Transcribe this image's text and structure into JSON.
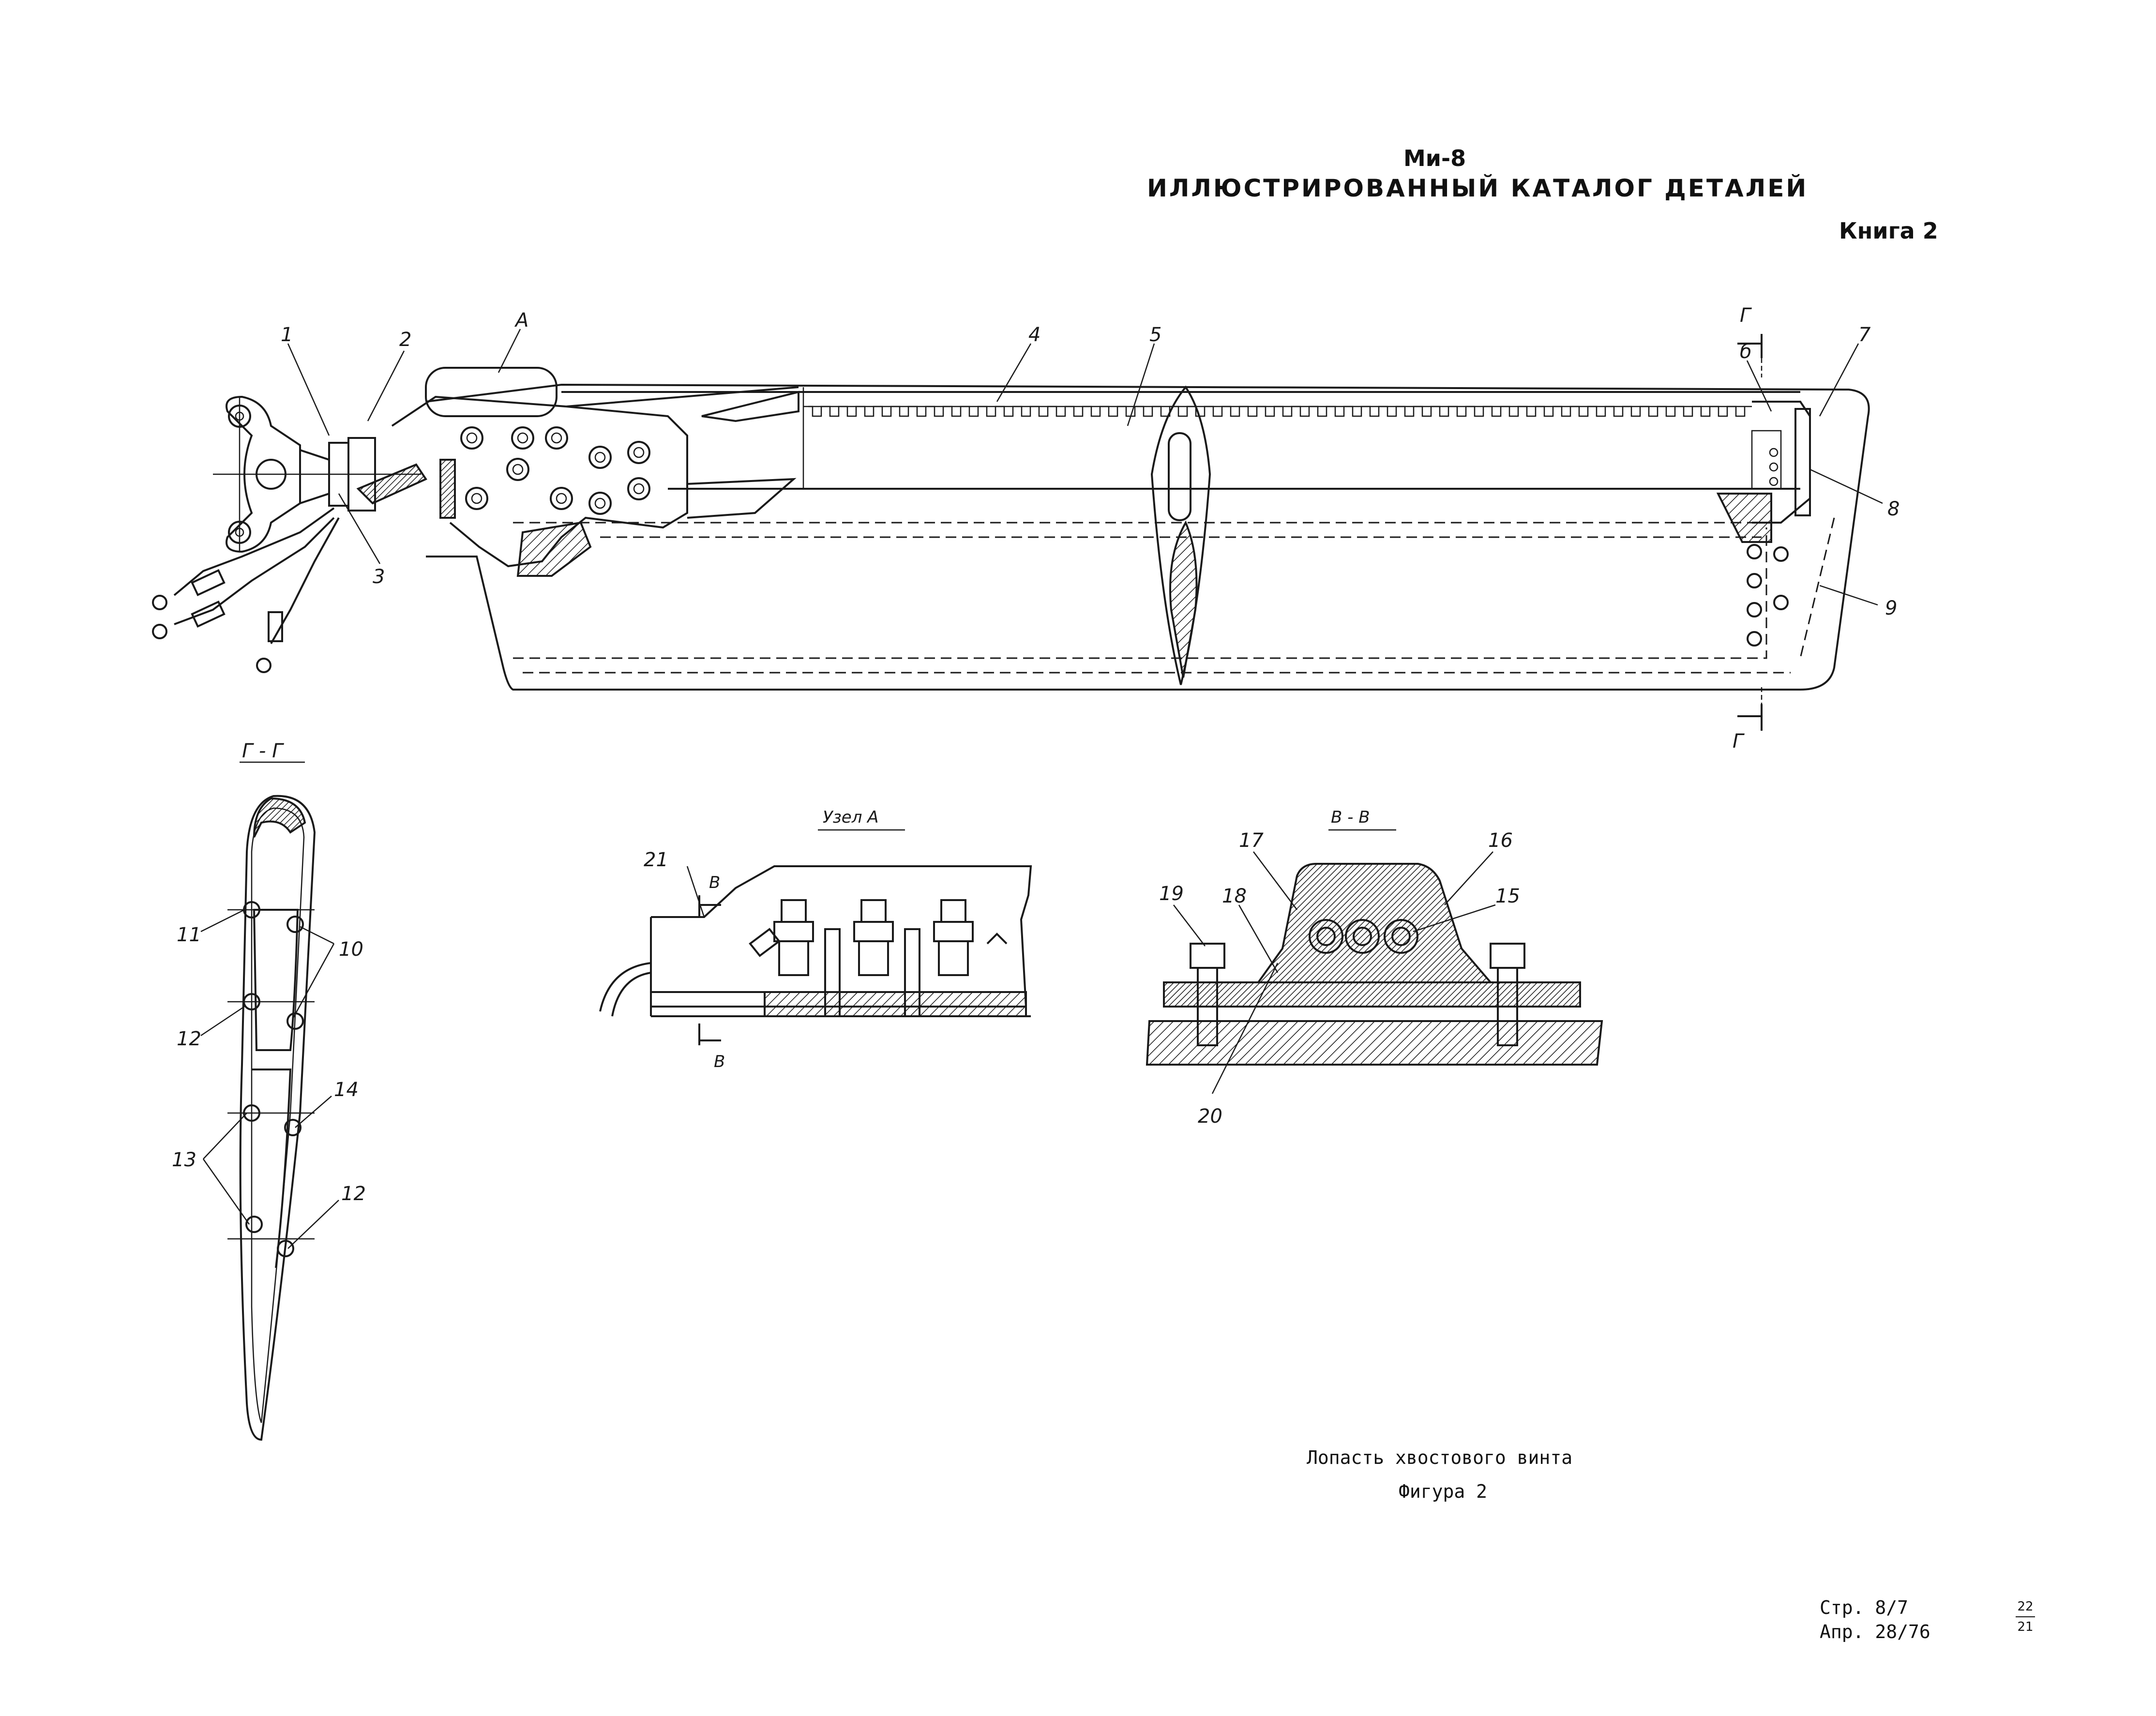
{
  "header": {
    "model": "Ми-8",
    "catalog_title": "ИЛЛЮСТРИРОВАННЫЙ КАТАЛОГ ДЕТАЛЕЙ",
    "book": "Книга 2"
  },
  "caption": {
    "title": "Лопасть хвостового винта",
    "figure": "Фигура 2"
  },
  "footer": {
    "page": "Стр. 8/7",
    "revision_date": "Апр. 28/76",
    "sheet_top": "22",
    "sheet_bottom": "21"
  },
  "views": {
    "section_gg": "Г - Г",
    "detail_a": "Узел А",
    "section_vv": "В - В"
  },
  "markers": {
    "node_a": "А",
    "cut_g": "Г",
    "cut_v": "В",
    "cut_b": "б"
  },
  "callouts": {
    "c1": "1",
    "c2": "2",
    "c3": "3",
    "c4": "4",
    "c5": "5",
    "c6": "б",
    "c7": "7",
    "c8": "8",
    "c9": "9",
    "c10": "10",
    "c11": "11",
    "c12a": "12",
    "c12b": "12",
    "c13": "13",
    "c14": "14",
    "c15": "15",
    "c16": "16",
    "c17": "17",
    "c18": "18",
    "c19": "19",
    "c20": "20",
    "c21": "21"
  }
}
